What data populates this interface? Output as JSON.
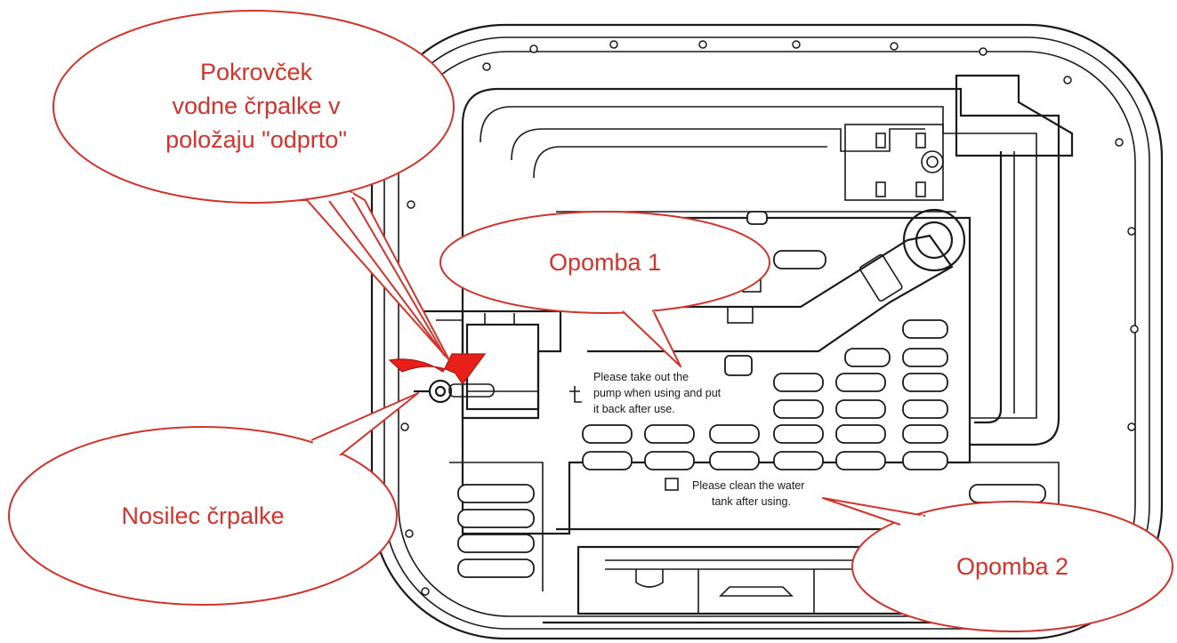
{
  "callouts": {
    "cap": {
      "lines": [
        "Pokrovček",
        "vodne črpalke v",
        "položaju \"odprto\""
      ]
    },
    "note1": {
      "label": "Opomba 1"
    },
    "holder": {
      "label": "Nosilec črpalke"
    },
    "note2": {
      "label": "Opomba 2"
    }
  },
  "printed_text": {
    "pump_note": [
      "Please take out the",
      "pump when using and put",
      "it back after use."
    ],
    "clean_note": [
      "Please clean the water",
      "tank after using."
    ]
  },
  "colors": {
    "callout": "#d0342c",
    "arrow": "#e8201a",
    "line": "#1a1a1a"
  },
  "icons": [
    "rotate-arrow-icon"
  ]
}
